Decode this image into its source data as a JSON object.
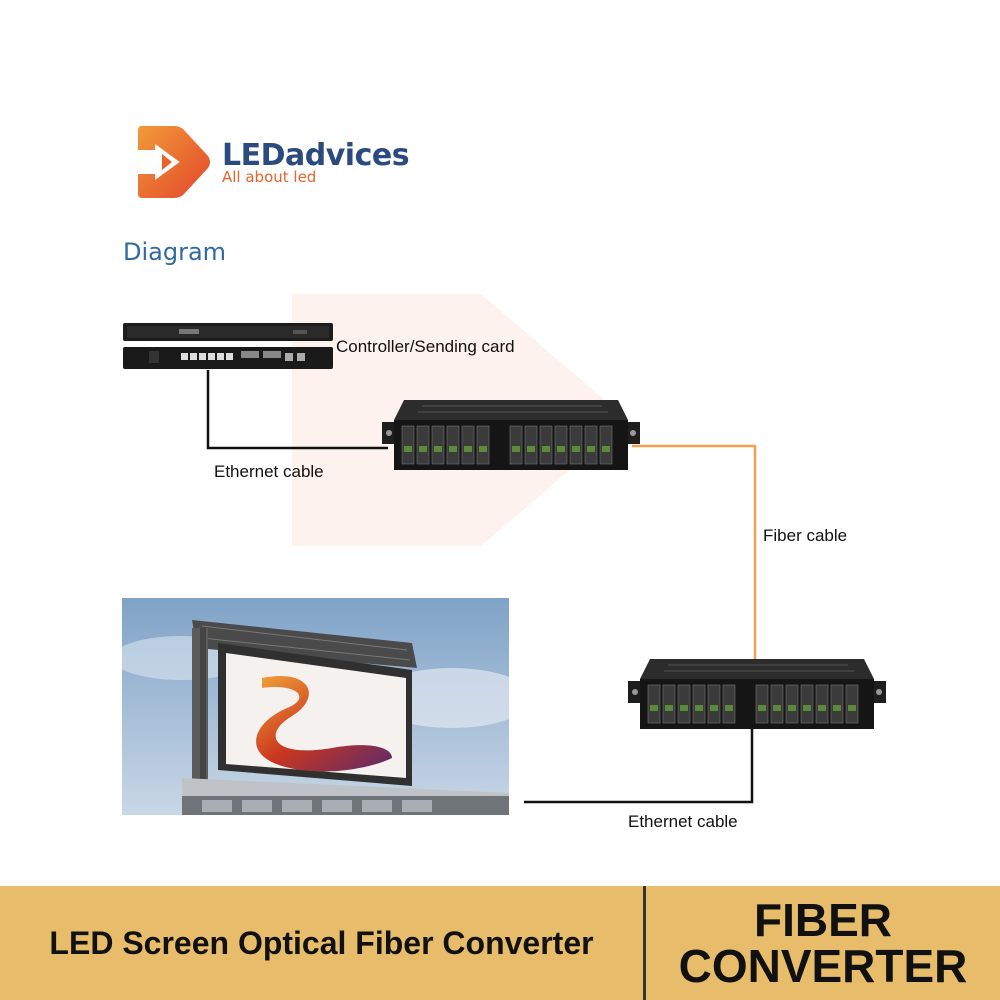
{
  "logo": {
    "name": "LEDadvices",
    "tagline": "All about led"
  },
  "diagram_title": "Diagram",
  "labels": {
    "controller": "Controller/Sending card",
    "ethernet_top": "Ethernet cable",
    "fiber": "Fiber cable",
    "ethernet_bottom": "Ethernet cable"
  },
  "colors": {
    "brand_orange": "#e8632a",
    "brand_navy": "#2b4a7e",
    "fiber_cable": "#f0a050",
    "footer_bg": "#e7bd6c"
  },
  "footer": {
    "left_text": "LED Screen Optical Fiber Converter",
    "right_line1": "FIBER",
    "right_line2": "CONVERTER"
  }
}
